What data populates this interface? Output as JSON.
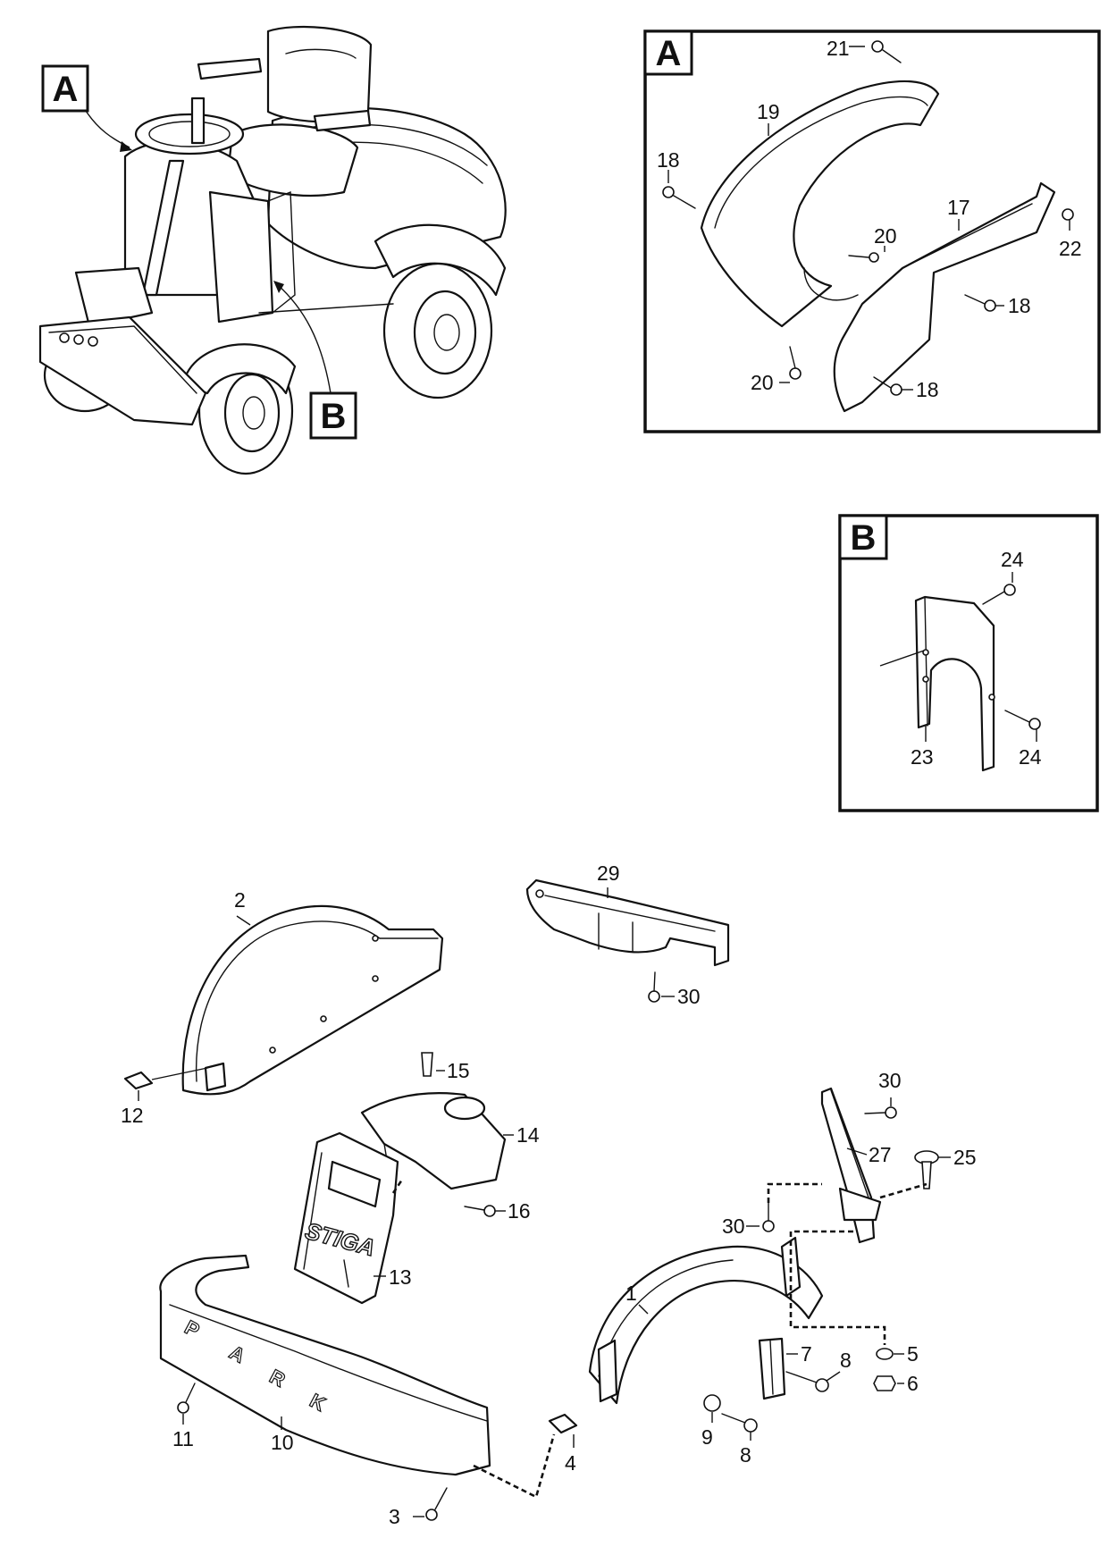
{
  "detail_boxes": {
    "a_letter": "A",
    "b_letter": "B"
  },
  "overview": {
    "label_a": "A",
    "label_b": "B"
  },
  "detail_a_callouts": [
    "21",
    "19",
    "18",
    "17",
    "20",
    "22",
    "18",
    "20",
    "18"
  ],
  "detail_b_callouts": [
    "24",
    "23",
    "24"
  ],
  "main_callouts": [
    "29",
    "2",
    "30",
    "12",
    "15",
    "14",
    "30",
    "27",
    "25",
    "16",
    "30",
    "13",
    "1",
    "7",
    "5",
    "6",
    "8",
    "9",
    "8",
    "11",
    "10",
    "4",
    "3"
  ],
  "branding": {
    "stiga": "STIGA",
    "park_letters": [
      "P",
      "A",
      "R",
      "K"
    ]
  }
}
